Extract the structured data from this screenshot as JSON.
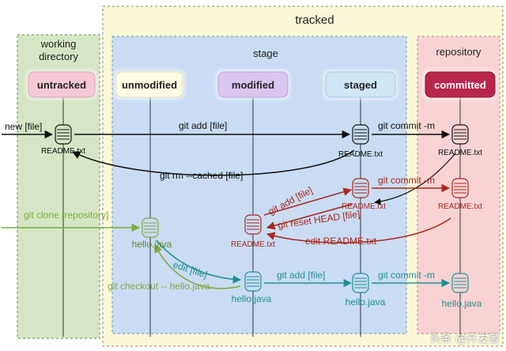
{
  "regions": {
    "tracked": "tracked",
    "working_directory_1": "working",
    "working_directory_2": "directory",
    "stage": "stage",
    "repository": "repository"
  },
  "states": {
    "untracked": "untracked",
    "unmodified": "unmodified",
    "modified": "modified",
    "staged": "staged",
    "committed": "committed"
  },
  "arrows": {
    "new_file": "new [file]",
    "git_add_1": "git add [file]",
    "git_commit_1": "git commit -m",
    "git_rm_cached": "git rm --cached [file]",
    "git_add_2": "git add [file]",
    "git_commit_2": "git commit -m",
    "git_reset_head": "git reset HEAD [file]",
    "edit_readme": "edit README.txt",
    "git_clone": "git clone [repository]",
    "edit_file": "edit [file]",
    "git_checkout": "git checkout -- hello.java",
    "git_add_3": "git add [file]",
    "git_commit_3": "git commit -m"
  },
  "files": {
    "readme": "README.txt",
    "hello": "hello.java"
  },
  "watermark": "头条 @开发者",
  "colors": {
    "tracked_bg": "#fbf8d8",
    "tracked_border": "#f0e08a",
    "workdir_bg": "#d6e6c4",
    "stage_bg": "#c9dcf3",
    "repo_bg": "#f9d3d3",
    "untracked": "#f5c8d4",
    "unmodified": "#fdfde4",
    "modified": "#d9c7ef",
    "staged": "#cfe6f7",
    "committed": "#b8264c",
    "black_flow": "#111111",
    "red_flow": "#a8281e",
    "green_flow": "#7cab3e",
    "teal_flow": "#1f8f96"
  }
}
